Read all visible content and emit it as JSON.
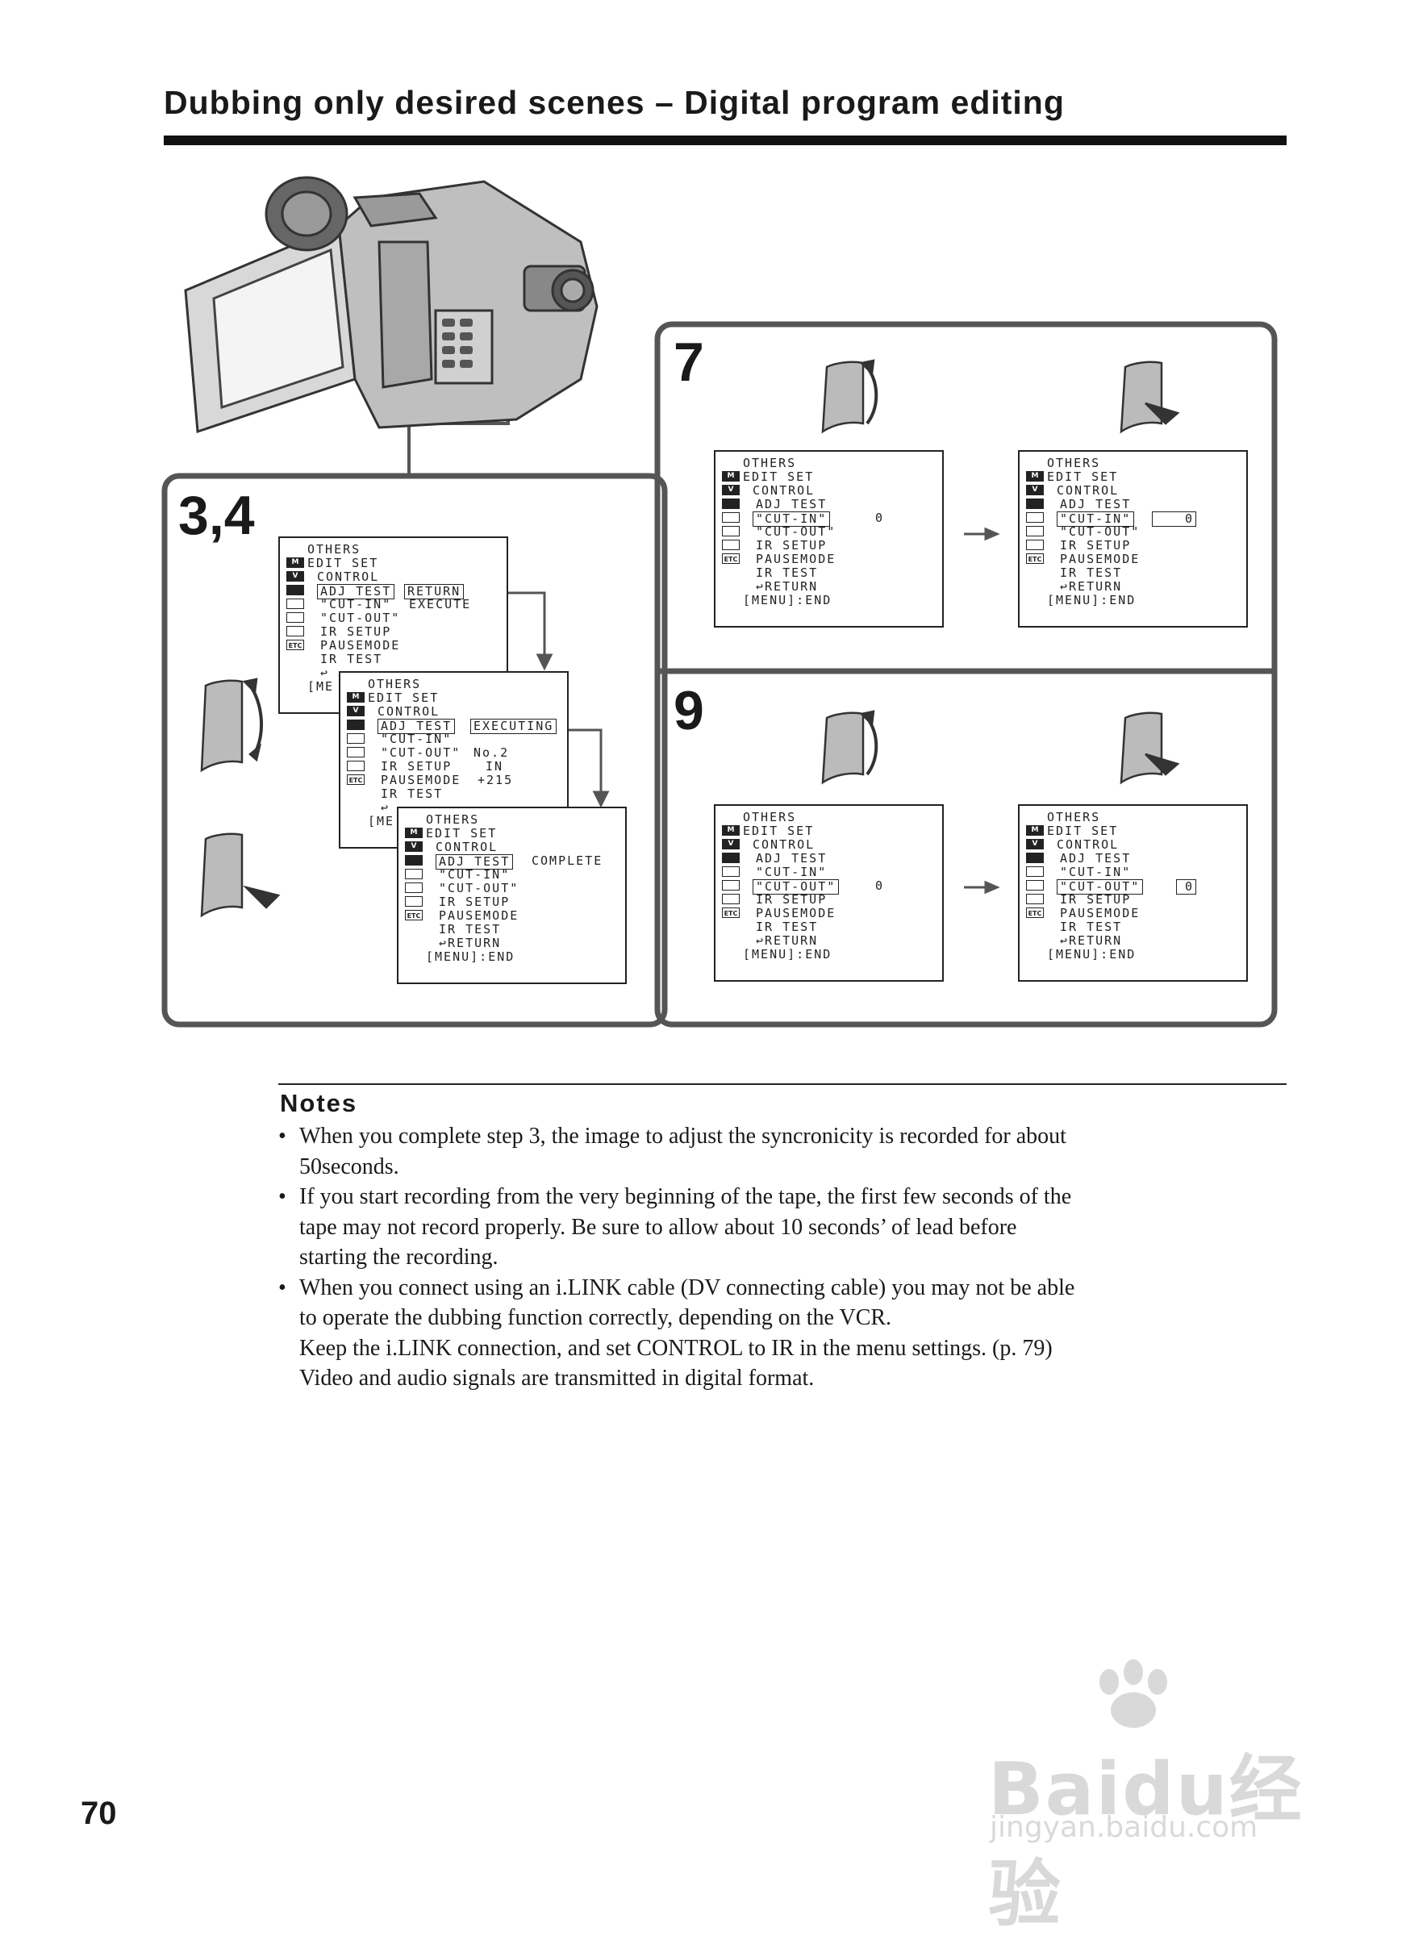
{
  "page": {
    "title": "Dubbing only desired scenes – Digital program editing",
    "number": "70"
  },
  "steps": {
    "step_3_4": "3,4",
    "step_7": "7",
    "step_9": "9"
  },
  "menus": {
    "m1": {
      "rows": [
        "OTHERS",
        "EDIT SET",
        "CONTROL",
        "ADJ TEST",
        "\"CUT-IN\"",
        "\"CUT-OUT\"",
        "IR SETUP",
        "PAUSEMODE",
        "IR TEST",
        "",
        "[ME"
      ],
      "side": [
        "RETURN",
        "EXECUTE"
      ]
    },
    "m2": {
      "rows": [
        "OTHERS",
        "EDIT SET",
        "CONTROL",
        "ADJ TEST",
        "\"CUT-IN\"",
        "\"CUT-OUT\"",
        "IR SETUP",
        "PAUSEMODE",
        "IR TEST",
        "",
        "[ME"
      ],
      "side": [
        "EXECUTING",
        "No.2",
        "IN",
        "+215"
      ]
    },
    "m3": {
      "rows": [
        "OTHERS",
        "EDIT SET",
        "CONTROL",
        "ADJ TEST",
        "\"CUT-IN\"",
        "\"CUT-OUT\"",
        "IR SETUP",
        "PAUSEMODE",
        "IR TEST",
        "RETURN",
        "[MENU]:END"
      ],
      "side": [
        "COMPLETE"
      ]
    },
    "m7a": {
      "rows": [
        "OTHERS",
        "EDIT SET",
        "CONTROL",
        "ADJ TEST",
        "\"CUT-IN\"",
        "\"CUT-OUT\"",
        "IR SETUP",
        "PAUSEMODE",
        "IR TEST",
        "RETURN",
        "[MENU]:END"
      ],
      "value": "0"
    },
    "m7b": {
      "rows": [
        "OTHERS",
        "EDIT SET",
        "CONTROL",
        "ADJ TEST",
        "\"CUT-IN\"",
        "\"CUT-OUT\"",
        "IR SETUP",
        "PAUSEMODE",
        "IR TEST",
        "RETURN",
        "[MENU]:END"
      ],
      "value": "0"
    },
    "m9a": {
      "rows": [
        "OTHERS",
        "EDIT SET",
        "CONTROL",
        "ADJ TEST",
        "\"CUT-IN\"",
        "\"CUT-OUT\"",
        "IR SETUP",
        "PAUSEMODE",
        "IR TEST",
        "RETURN",
        "[MENU]:END"
      ],
      "value": "0"
    },
    "m9b": {
      "rows": [
        "OTHERS",
        "EDIT SET",
        "CONTROL",
        "ADJ TEST",
        "\"CUT-IN\"",
        "\"CUT-OUT\"",
        "IR SETUP",
        "PAUSEMODE",
        "IR TEST",
        "RETURN",
        "[MENU]:END"
      ],
      "value": "0"
    },
    "icons": [
      "M",
      "V",
      "",
      "",
      "",
      "",
      "ETC",
      ""
    ]
  },
  "notes": {
    "heading": "Notes",
    "bullet": "•",
    "items": [
      [
        "When you complete step 3, the image to adjust the syncronicity is recorded for about",
        "50seconds."
      ],
      [
        "If you start recording from the very beginning of the tape, the first few seconds of the",
        "tape may not record properly. Be sure to allow about 10 seconds’ of lead before",
        "starting the recording."
      ],
      [
        "When you connect using an i.LINK cable (DV connecting cable) you may not be able",
        "to operate the dubbing function correctly, depending on the VCR.",
        "Keep the i.LINK connection, and set CONTROL to IR in the menu settings. (p. 79)",
        "Video and audio signals are transmitted in digital format."
      ]
    ]
  },
  "watermark": {
    "brand": "Baidu经验",
    "url": "jingyan.baidu.com"
  }
}
